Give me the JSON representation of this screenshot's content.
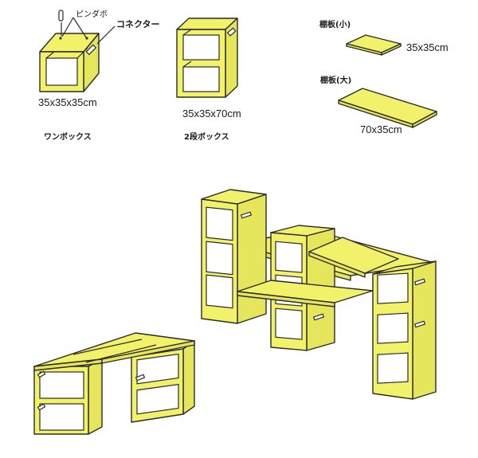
{
  "colors": {
    "box_fill": "#f2f26a",
    "box_side": "#e3e35a",
    "line": "#2b2b2b"
  },
  "parts": {
    "pin_label": "ピンダボ",
    "connector_label": "コネクター",
    "one_box": {
      "dim": "35x35x35cm",
      "caption": "ワンボックス"
    },
    "two_box": {
      "dim": "35x35x70cm",
      "caption": "2段ボックス"
    },
    "shelf_small": {
      "title": "棚板(小)",
      "dim": "35x35cm"
    },
    "shelf_large": {
      "title": "棚板(大)",
      "dim": "70x35cm"
    }
  }
}
